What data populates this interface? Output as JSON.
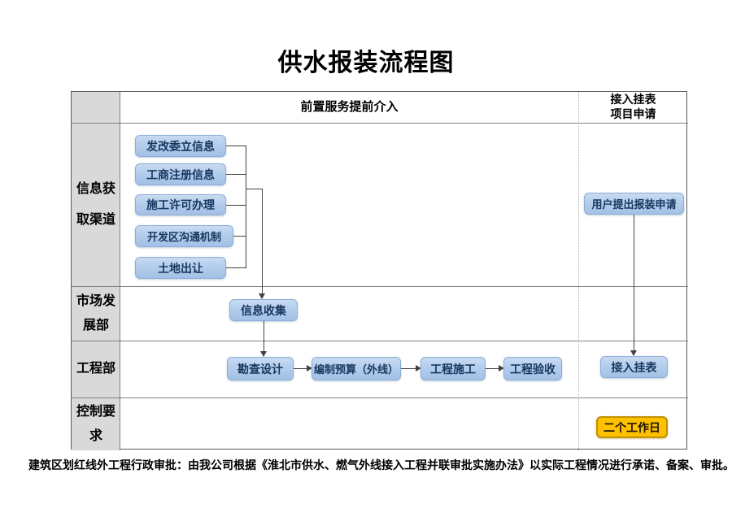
{
  "title": "供水报装流程图",
  "table": {
    "header": {
      "middle": "前置服务提前介入",
      "right_line1": "接入挂表",
      "right_line2": "项目申请"
    },
    "row_labels": {
      "row1_line1": "信息获",
      "row1_line2": "取渠道",
      "row2_line1": "市场发",
      "row2_line2": "展部",
      "row3": "工程部",
      "row4_line1": "控制要",
      "row4_line2": "求"
    }
  },
  "nodes": {
    "info_sources": [
      "发改委立信息",
      "工商注册信息",
      "施工许可办理",
      "开发区沟通机制",
      "土地出让"
    ],
    "info_collect": "信息收集",
    "process": [
      "勘查设计",
      "编制预算（外线）",
      "工程施工",
      "工程验收"
    ],
    "user_apply": "用户提出报装申请",
    "meter_install": "接入挂表",
    "control_time": "二个工作日"
  },
  "footer_note": "建筑区划红线外工程行政审批：由我公司根据《淮北市供水、燃气外线接入工程并联审批实施办法》以实际工程情况进行承诺、备案、审批。",
  "colors": {
    "node_fill_top": "#c9dbf2",
    "node_fill_bottom": "#a2c1e6",
    "node_border": "#8caed6",
    "node_text": "#17375e",
    "label_column_bg": "#d9d9d9",
    "highlight_fill": "#ffc000",
    "highlight_border": "#bf9000",
    "grid_line": "#808080",
    "connector": "#404040"
  }
}
